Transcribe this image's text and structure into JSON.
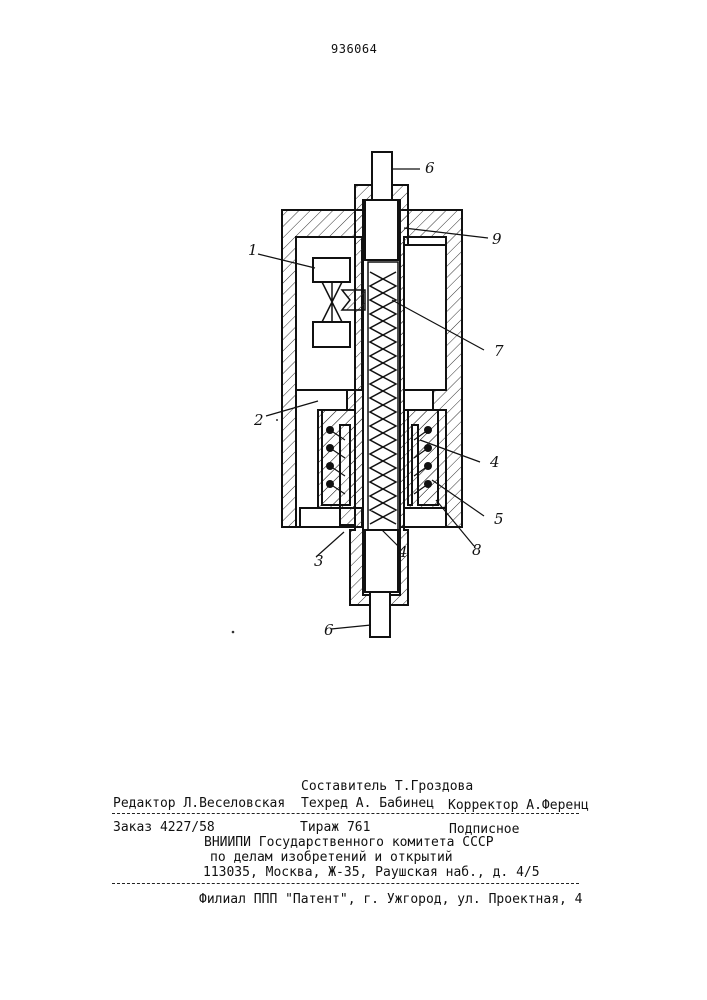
{
  "header": {
    "patent_number": "936064"
  },
  "figure": {
    "labels": {
      "l1": "1",
      "l2": "2",
      "l3": "3",
      "l4a": "4",
      "l4b": "4",
      "l5": "5",
      "l6top": "6",
      "l6bottom": "6",
      "l7": "7",
      "l8": "8",
      "l9": "9"
    }
  },
  "colophon": {
    "compiler": "Составитель Т.Гроздова",
    "editor": "Редактор Л.Веселовская",
    "techred": "Техред А. Бабинец",
    "corrector": "Корректор А.Ференц",
    "order": "Заказ 4227/58",
    "circulation": "Тираж 761",
    "subscription": "Подписное",
    "org_line1": "ВНИИПИ Государственного комитета СССР",
    "org_line2": "по делам изобретений и открытий",
    "org_address": "113035, Москва, Ж-35, Раушская наб., д. 4/5",
    "branch": "Филиал ППП \"Патент\", г. Ужгород, ул. Проектная, 4"
  }
}
